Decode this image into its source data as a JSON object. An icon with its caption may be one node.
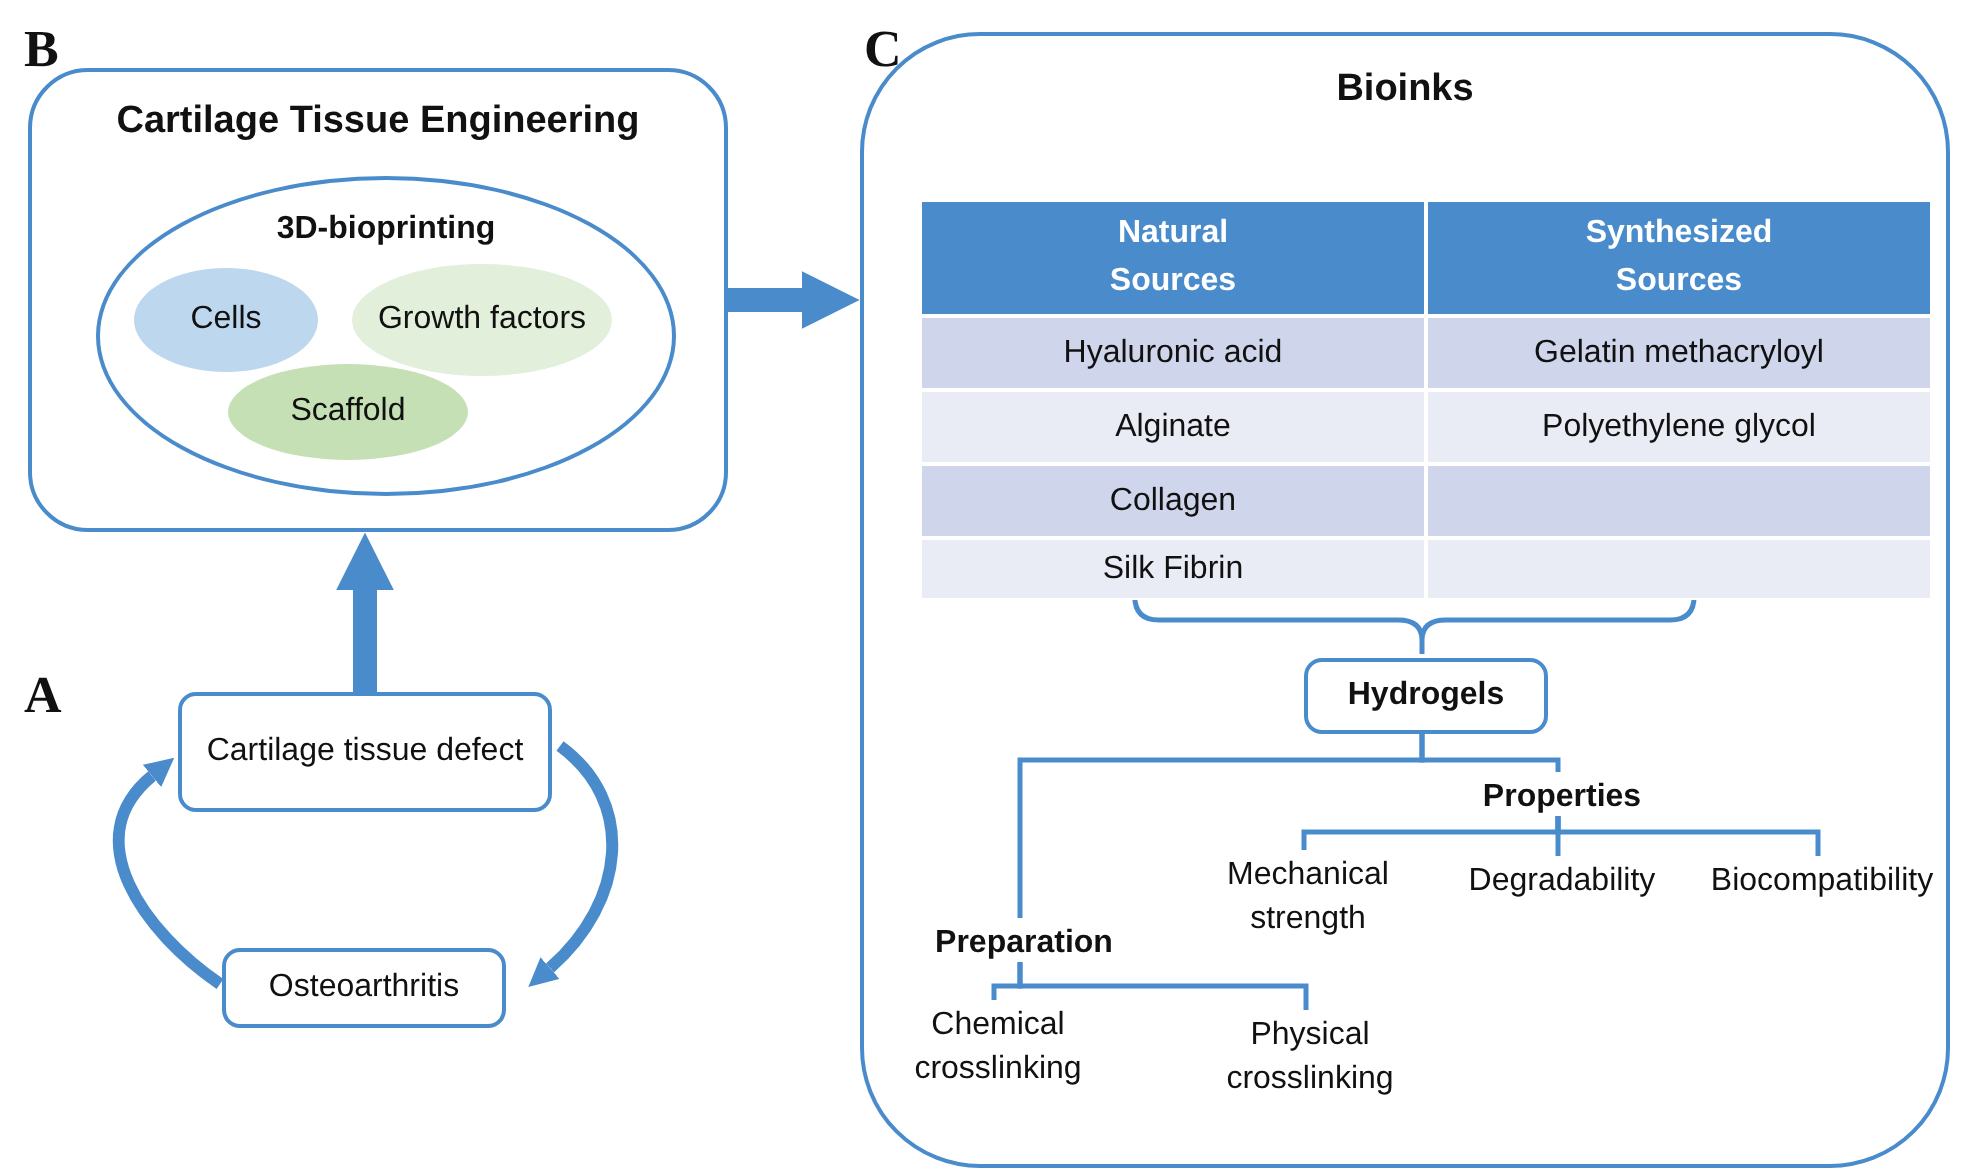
{
  "diagram": {
    "nodes": [
      {
        "text": [
          "Cartilage Tissue Engineering"
        ]
      },
      {
        "text": [
          "3D-bioprinting"
        ],
        "in": 0
      },
      {
        "text": [
          "Cells"
        ],
        "in": 1
      },
      {
        "text": [
          "Growth factors"
        ],
        "in": 1
      },
      {
        "text": [
          "Scaffold"
        ],
        "in": 1
      },
      {
        "text": [
          "Cartilage tissue defect"
        ]
      },
      {
        "text": [
          "Osteoarthritis"
        ]
      },
      {
        "text": [
          "Bioinks"
        ]
      },
      {
        "text": [],
        "shape": "box",
        "in": 7
      },
      {
        "text": [
          "Hydrogels"
        ],
        "in": 7
      },
      {
        "text": [
          "Properties"
        ],
        "in": 7
      },
      {
        "text": [
          "Mechanical strength"
        ],
        "in": 7
      },
      {
        "text": [
          "Degradability"
        ],
        "in": 7
      },
      {
        "text": [
          "Biocompatibility"
        ],
        "in": 7
      },
      {
        "text": [
          "Preparation"
        ],
        "in": 7
      },
      {
        "text": [
          "Chemical crosslinking"
        ],
        "in": 7
      },
      {
        "text": [
          "Physical crosslinking"
        ],
        "in": 7
      }
    ],
    "edges": [
      {
        "from": 5,
        "to": 0,
        "arrow": "to",
        "style": "thick"
      },
      {
        "from": 0,
        "to": 7,
        "arrow": "to",
        "style": "thick"
      },
      {
        "from": 5,
        "to": 6,
        "arrow": "to",
        "style": "thick"
      },
      {
        "from": 6,
        "to": 5,
        "arrow": "to",
        "style": "thick"
      },
      {
        "from": 8,
        "to": 9,
        "arrow": "none"
      },
      {
        "from": 9,
        "to": 10,
        "arrow": "none"
      },
      {
        "from": 9,
        "to": 14,
        "arrow": "none"
      },
      {
        "from": 10,
        "to": 11,
        "arrow": "none"
      },
      {
        "from": 10,
        "to": 12,
        "arrow": "none"
      },
      {
        "from": 10,
        "to": 13,
        "arrow": "none"
      },
      {
        "from": 14,
        "to": 15,
        "arrow": "none"
      },
      {
        "from": 14,
        "to": 16,
        "arrow": "none"
      }
    ],
    "labels": [
      "B",
      "C",
      "Natural Sources",
      "Synthesized Sources",
      "Hyaluronic acid",
      "Gelatin methacryloyl",
      "Alginate",
      "Polyethylene glycol",
      "Collagen",
      "Silk Fibrin",
      "A"
    ]
  }
}
